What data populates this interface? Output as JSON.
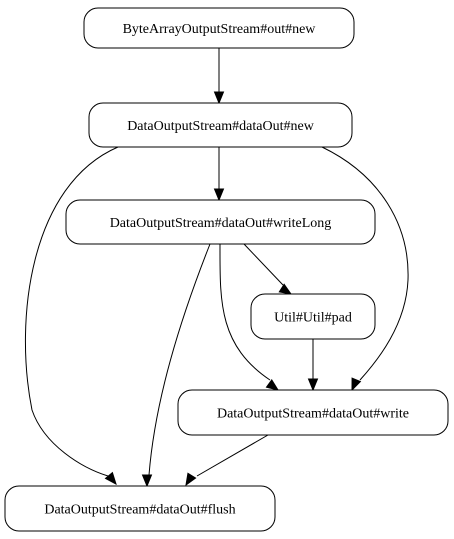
{
  "graph": {
    "nodes": [
      {
        "id": "baos_new",
        "label": "ByteArrayOutputStream#out#new"
      },
      {
        "id": "dos_new",
        "label": "DataOutputStream#dataOut#new"
      },
      {
        "id": "dos_writeLong",
        "label": "DataOutputStream#dataOut#writeLong"
      },
      {
        "id": "util_pad",
        "label": "Util#Util#pad"
      },
      {
        "id": "dos_write",
        "label": "DataOutputStream#dataOut#write"
      },
      {
        "id": "dos_flush",
        "label": "DataOutputStream#dataOut#flush"
      }
    ],
    "edges": [
      {
        "from": "baos_new",
        "to": "dos_new"
      },
      {
        "from": "dos_new",
        "to": "dos_writeLong"
      },
      {
        "from": "dos_new",
        "to": "dos_flush"
      },
      {
        "from": "dos_new",
        "to": "dos_write"
      },
      {
        "from": "dos_writeLong",
        "to": "util_pad"
      },
      {
        "from": "dos_writeLong",
        "to": "dos_write"
      },
      {
        "from": "dos_writeLong",
        "to": "dos_flush"
      },
      {
        "from": "util_pad",
        "to": "dos_write"
      },
      {
        "from": "dos_write",
        "to": "dos_flush"
      }
    ]
  }
}
